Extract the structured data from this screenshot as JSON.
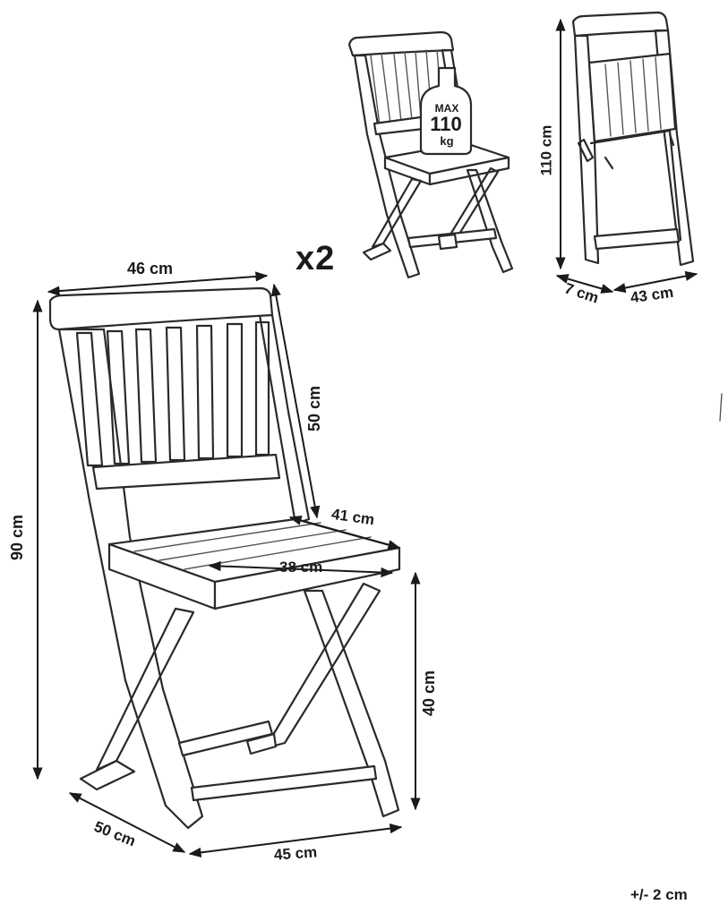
{
  "diagram": {
    "quantity": "x2",
    "max_load": {
      "label": "MAX",
      "value": "110",
      "unit": "kg"
    },
    "tolerance": "+/- 2 cm",
    "dimensions": {
      "width_top": "46 cm",
      "backrest_height": "50 cm",
      "total_height": "90 cm",
      "seat_depth": "41 cm",
      "seat_width": "38 cm",
      "seat_height": "40 cm",
      "base_depth": "50 cm",
      "base_width": "45 cm",
      "folded_height": "110 cm",
      "folded_thickness": "7 cm",
      "folded_width": "43 cm"
    }
  }
}
